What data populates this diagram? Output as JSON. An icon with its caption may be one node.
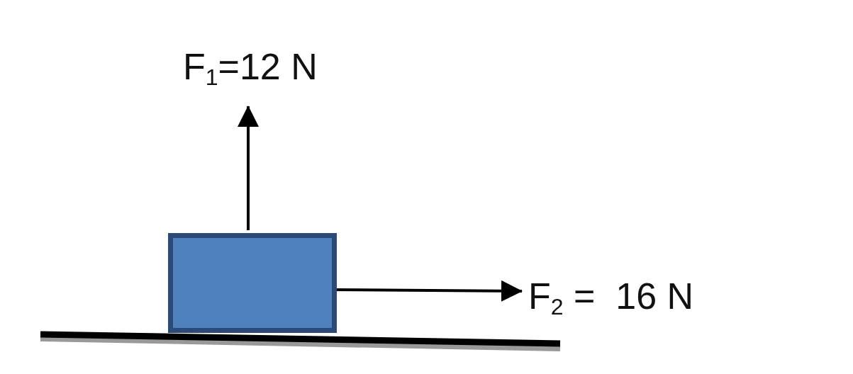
{
  "diagram": {
    "nodes": [
      {
        "text": [],
        "shape": "box"
      }
    ],
    "labels": [
      "F$_{1}$=12 N",
      "F$_{2}$ =  16 N"
    ]
  }
}
